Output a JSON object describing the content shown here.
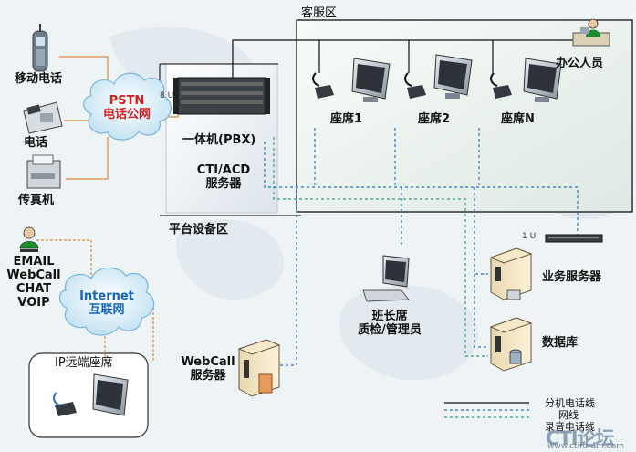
{
  "zones": {
    "service_area": "客服区",
    "platform_area": "平台设备区",
    "remote_seat_area": "IP远端座席"
  },
  "clouds": {
    "pstn": [
      "PSTN",
      "电话公网"
    ],
    "internet": [
      "Internet",
      "互联网"
    ]
  },
  "left_devices": {
    "mobile": "移动电话",
    "phone": "电话",
    "fax": "传真机",
    "channels": [
      "EMAIL",
      "WebCall",
      "CHAT",
      "VOIP"
    ]
  },
  "platform": {
    "rack_units": "8 U",
    "pbx": "一体机(PBX)",
    "cti": [
      "CTI/ACD",
      "服务器"
    ]
  },
  "seats": [
    "座席1",
    "座席2",
    "座席N"
  ],
  "office_staff": "办公人员",
  "supervisor": [
    "班长席",
    "质检/管理员"
  ],
  "servers": {
    "rack_units": "1 U",
    "business": "业务服务器",
    "database": "数据库",
    "webcall": [
      "WebCall",
      "服务器"
    ]
  },
  "legend": [
    "分机电话线",
    "网线",
    "录音电话线"
  ],
  "brand": {
    "logo": "CTI论坛",
    "url": "www.ctiforum.com"
  }
}
